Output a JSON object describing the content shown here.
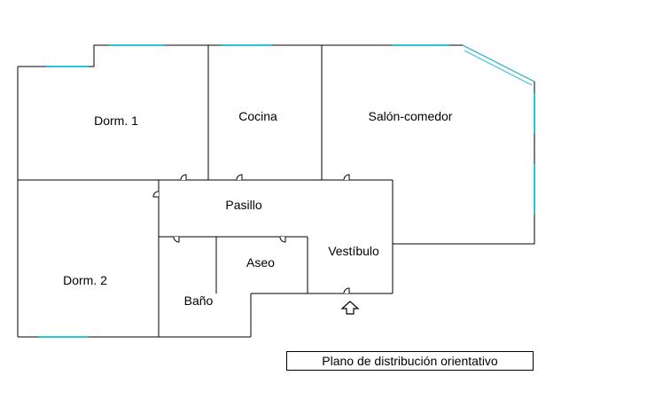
{
  "plan": {
    "rooms": {
      "dorm1": "Dorm. 1",
      "cocina": "Cocina",
      "salon": "Salón-comedor",
      "pasillo": "Pasillo",
      "dorm2": "Dorm. 2",
      "aseo": "Aseo",
      "vestibulo": "Vestíbulo",
      "bano": "Baño"
    },
    "caption": "Plano de distribución orientativo",
    "colors": {
      "wall": "#000000",
      "window": "#2ec4d6",
      "background": "#ffffff"
    },
    "entrance_icon": "arrow-up-icon"
  }
}
